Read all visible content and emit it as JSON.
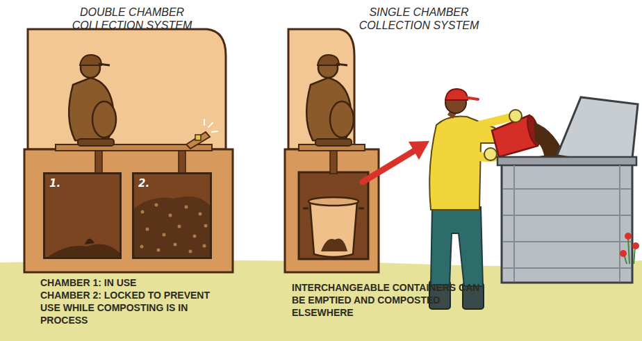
{
  "diagram": {
    "nodes": [
      {
        "text": [
          "1."
        ]
      },
      {
        "text": [
          "2."
        ]
      }
    ],
    "labels": [
      "DOUBLE CHAMBER COLLECTION SYSTEM",
      "SINGLE CHAMBER COLLECTION SYSTEM",
      "CHAMBER 1: IN USE",
      "CHAMBER 2: LOCKED TO PREVENT USE WHILE COMPOSTING IS IN PROCESS",
      "INTERCHANGEABLE CONTAINERS CAN BE EMPTIED AND COMPOSTED ELSEWHERE"
    ]
  }
}
